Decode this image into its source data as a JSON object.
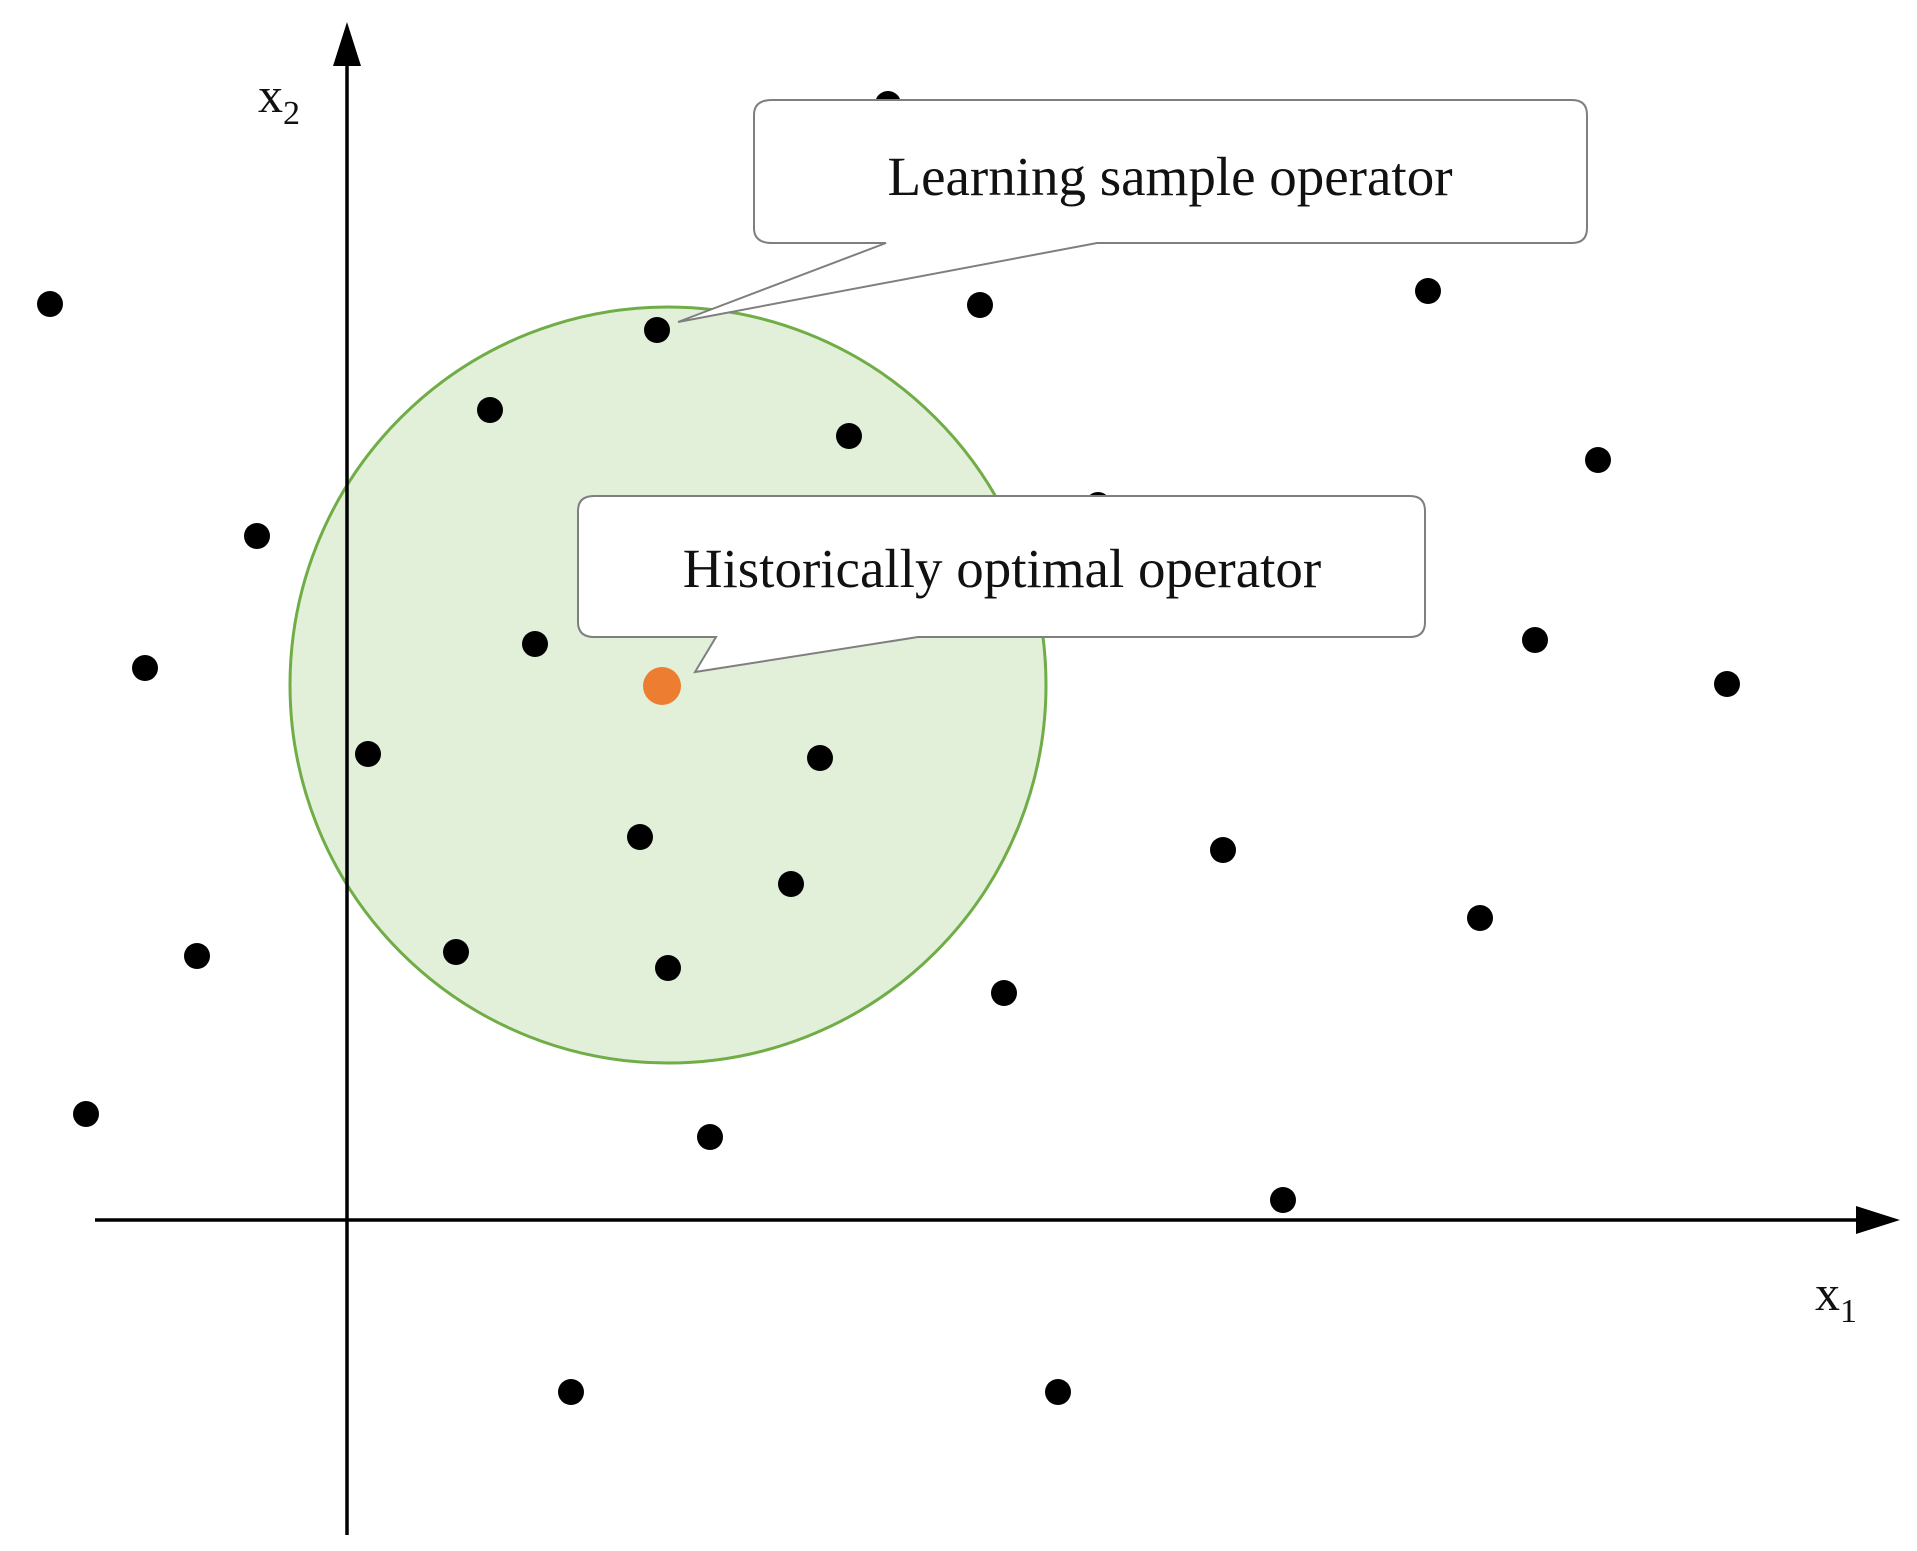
{
  "axes": {
    "x_label": "x",
    "x_subscript": "1",
    "y_label": "x",
    "y_subscript": "2"
  },
  "callouts": {
    "learning_sample": "Learning sample operator",
    "historical_optimal": "Historically optimal operator"
  },
  "colors": {
    "axis": "#000000",
    "point": "#000000",
    "optimal_point": "#ED7D31",
    "neighborhood_fill": "#E2F0D9",
    "neighborhood_stroke": "#70AD47",
    "callout_border": "#7F7F7F"
  }
}
